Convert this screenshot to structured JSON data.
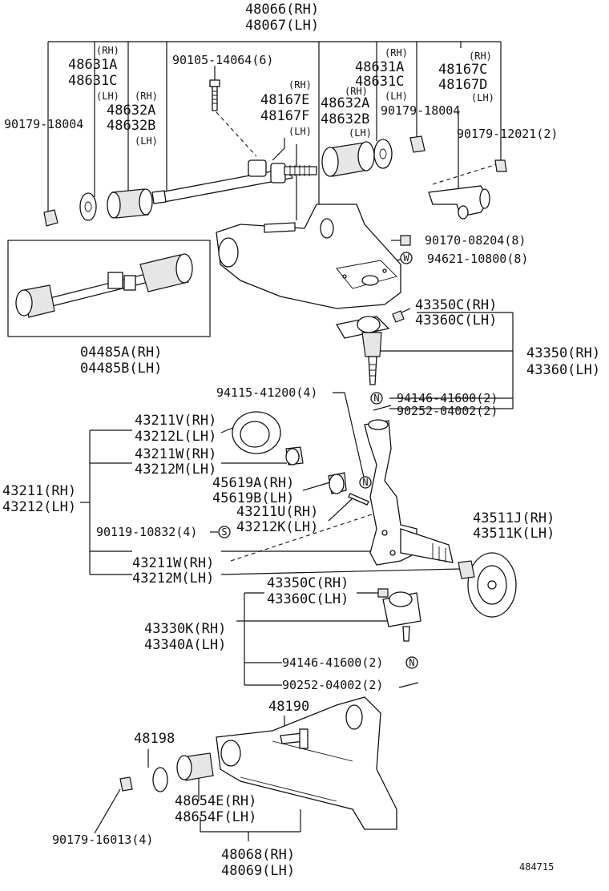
{
  "labels": {
    "p48066": "48066(RH)",
    "p48067": "48067(LH)",
    "rh1": "(RH)",
    "p48631A_l": "48631A",
    "p48631C_l": "48631C",
    "lh1": "(LH)",
    "p90105": "90105-14064(6)",
    "rh2": "(RH)",
    "p48632A_l": "48632A",
    "p48632B_l": "48632B",
    "lh2": "(LH)",
    "p90179_18004_l": "90179-18004",
    "rh3": "(RH)",
    "p48167E": "48167E",
    "p48167F": "48167F",
    "lh3": "(LH)",
    "p48632A_r": "48632A",
    "p48632B_r": "48632B",
    "rh4": "(RH)",
    "lh4": "(LH)",
    "rh5": "(RH)",
    "p48631A_r": "48631A",
    "p48631C_r": "48631C",
    "lh5": "(LH)",
    "p90179_18004_r": "90179-18004",
    "rh6": "(RH)",
    "p48167C": "48167C",
    "p48167D": "48167D",
    "lh6": "(LH)",
    "p90179_12021": "90179-12021(2)",
    "p90170": "90170-08204(8)",
    "p94621": "94621-10800(8)",
    "p04485A": "04485A(RH)",
    "p04485B": "04485B(LH)",
    "p43350C_t": "43350C(RH)",
    "p43360C_t": "43360C(LH)",
    "p43350": "43350(RH)",
    "p43360": "43360(LH)",
    "p94115": "94115-41200(4)",
    "p94146_t": "94146-41600(2)",
    "p90252_t": "90252-04002(2)",
    "p43211V": "43211V(RH)",
    "p43212L": "43212L(LH)",
    "p43211W_t": "43211W(RH)",
    "p43212M_t": "43212M(LH)",
    "p43211": "43211(RH)",
    "p43212": "43212(LH)",
    "p45619A": "45619A(RH)",
    "p45619B": "45619B(LH)",
    "p43211U": "43211U(RH)",
    "p43212K": "43212K(LH)",
    "p43511J": "43511J(RH)",
    "p43511K": "43511K(LH)",
    "p90119": "90119-10832(4)",
    "p43211W_b": "43211W(RH)",
    "p43212M_b": "43212M(LH)",
    "p43350C_b": "43350C(RH)",
    "p43360C_b": "43360C(LH)",
    "p43330K": "43330K(RH)",
    "p43340A": "43340A(LH)",
    "p94146_b": "94146-41600(2)",
    "p90252_b": "90252-04002(2)",
    "p48190": "48190",
    "p48198": "48198",
    "p48654E": "48654E(RH)",
    "p48654F": "48654F(LH)",
    "p90179_16013": "90179-16013(4)",
    "p48068": "48068(RH)",
    "p48069": "48069(LH)",
    "figno": "484715"
  },
  "markers": {
    "w": "W",
    "n1": "N",
    "n2": "N",
    "n3": "N",
    "s": "S"
  }
}
